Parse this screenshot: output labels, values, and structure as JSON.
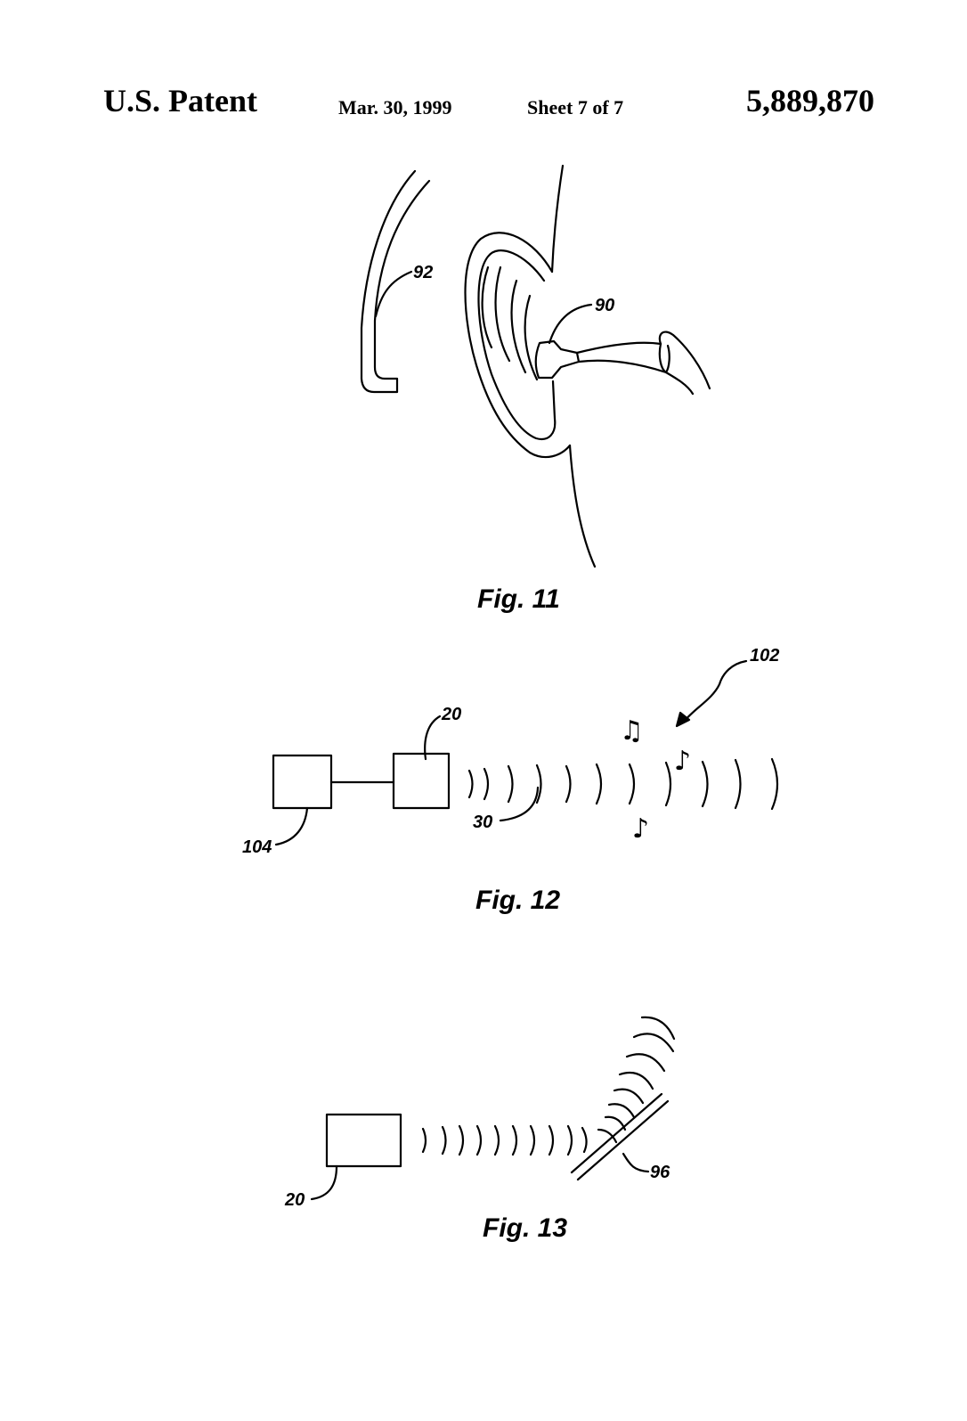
{
  "header": {
    "left": "U.S. Patent",
    "date": "Mar. 30, 1999",
    "sheet": "Sheet 7 of 7",
    "patent_number": "5,889,870"
  },
  "fig11": {
    "caption": "Fig. 11",
    "ref_92": "92",
    "ref_90": "90"
  },
  "fig12": {
    "caption": "Fig. 12",
    "ref_20": "20",
    "ref_30": "30",
    "ref_104": "104",
    "ref_102": "102",
    "note_double": "♫",
    "note_single": "♪"
  },
  "fig13": {
    "caption": "Fig. 13",
    "ref_20": "20",
    "ref_96": "96"
  }
}
